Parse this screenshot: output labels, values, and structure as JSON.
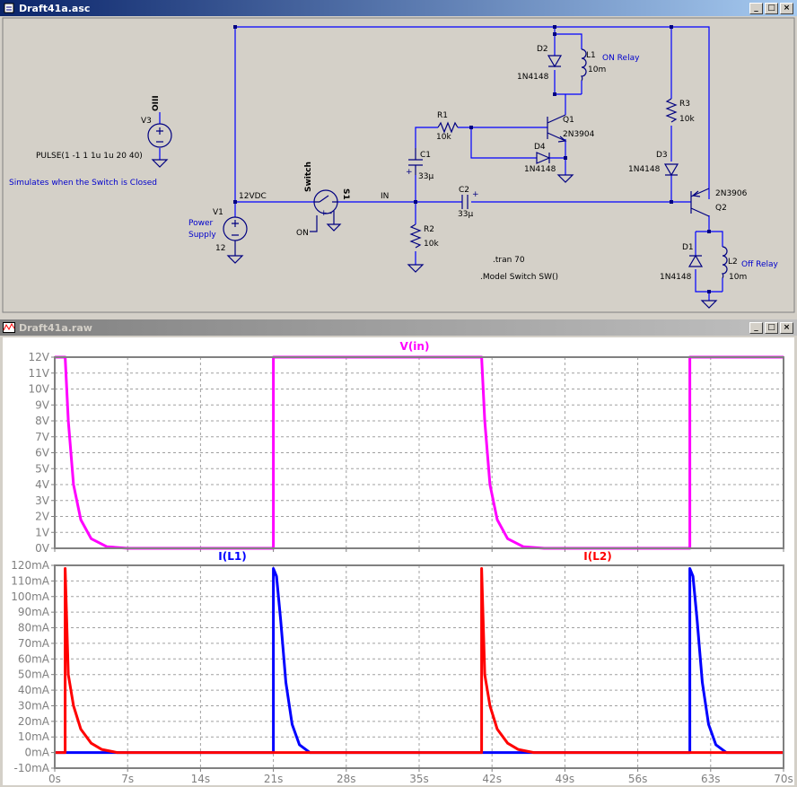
{
  "schematic_window": {
    "title": "Draft41a.asc",
    "buttons": {
      "minimize": "_",
      "maximize": "□",
      "close": "×"
    },
    "labels": {
      "v3": "V3",
      "v3_value": "OIII",
      "pulse": "PULSE(1 -1 1 1u 1u 20 40)",
      "simulates": "Simulates when the Switch is Closed",
      "net_12vdc": "12VDC",
      "v1": "V1",
      "power": "Power",
      "supply": "Supply",
      "v1_value": "12",
      "switch": "Switch",
      "s1": "S1",
      "on": "ON",
      "net_in": "IN",
      "r1": "R1",
      "r1_value": "10k",
      "c1": "C1",
      "c1_value": "33µ",
      "r2": "R2",
      "r2_value": "10k",
      "c2": "C2",
      "c2_value": "33µ",
      "d2": "D2",
      "d2_model": "1N4148",
      "l1": "L1",
      "l1_value": "10m",
      "on_relay": "ON Relay",
      "q1": "Q1",
      "q1_model": "2N3904",
      "d4": "D4",
      "d4_model": "1N4148",
      "r3": "R3",
      "r3_value": "10k",
      "d3": "D3",
      "d3_model": "1N4148",
      "q2_model": "2N3906",
      "q2": "Q2",
      "d1": "D1",
      "d1_model": "1N4148",
      "l2": "L2",
      "l2_value": "10m",
      "off_relay": "Off Relay",
      "tran": ".tran 70",
      "model": ".Model Switch SW()"
    },
    "colors": {
      "wire": "#0000ff",
      "component": "#000080",
      "label_blue": "#0000cc",
      "background": "#d4d0c8"
    }
  },
  "waveform_window": {
    "title": "Draft41a.raw",
    "buttons": {
      "minimize": "_",
      "maximize": "□",
      "close": "×"
    },
    "x_tick_labels": [
      "0s",
      "7s",
      "14s",
      "21s",
      "28s",
      "35s",
      "42s",
      "49s",
      "56s",
      "63s",
      "70s"
    ],
    "plot1": {
      "trace_label": "V(in)",
      "y_tick_labels": [
        "12V",
        "11V",
        "10V",
        "9V",
        "8V",
        "7V",
        "6V",
        "5V",
        "4V",
        "3V",
        "2V",
        "1V",
        "0V"
      ]
    },
    "plot2": {
      "trace_label_1": "I(L1)",
      "trace_label_2": "I(L2)",
      "y_tick_labels": [
        "120mA",
        "110mA",
        "100mA",
        "90mA",
        "80mA",
        "70mA",
        "60mA",
        "50mA",
        "40mA",
        "30mA",
        "20mA",
        "10mA",
        "0mA",
        "-10mA"
      ]
    }
  },
  "chart_data": [
    {
      "type": "line",
      "title": "V(in)",
      "x_unit": "s",
      "xlim": [
        0,
        70
      ],
      "ylim": [
        0,
        12
      ],
      "y_unit": "V",
      "grid": true,
      "series": [
        {
          "name": "V(in)",
          "color": "#ff00ff",
          "points": [
            [
              0,
              12
            ],
            [
              1,
              12
            ],
            [
              1.3,
              8
            ],
            [
              1.8,
              4
            ],
            [
              2.5,
              1.8
            ],
            [
              3.5,
              0.6
            ],
            [
              5,
              0.1
            ],
            [
              7,
              0
            ],
            [
              21,
              0
            ],
            [
              21,
              12
            ],
            [
              41,
              12
            ],
            [
              41.3,
              8
            ],
            [
              41.8,
              4
            ],
            [
              42.5,
              1.8
            ],
            [
              43.5,
              0.6
            ],
            [
              45,
              0.1
            ],
            [
              47,
              0
            ],
            [
              61,
              0
            ],
            [
              61,
              12
            ],
            [
              70,
              12
            ]
          ]
        }
      ]
    },
    {
      "type": "line",
      "x_unit": "s",
      "xlim": [
        0,
        70
      ],
      "ylim": [
        -10,
        120
      ],
      "y_unit": "mA",
      "grid": true,
      "series": [
        {
          "name": "I(L1)",
          "color": "#0000ff",
          "points": [
            [
              0,
              0
            ],
            [
              21,
              0
            ],
            [
              21,
              118
            ],
            [
              21.3,
              113
            ],
            [
              21.7,
              85
            ],
            [
              22.2,
              45
            ],
            [
              22.8,
              18
            ],
            [
              23.5,
              5
            ],
            [
              24.5,
              0
            ],
            [
              61,
              0
            ],
            [
              61,
              118
            ],
            [
              61.3,
              113
            ],
            [
              61.7,
              85
            ],
            [
              62.2,
              45
            ],
            [
              62.8,
              18
            ],
            [
              63.5,
              5
            ],
            [
              64.5,
              0
            ],
            [
              70,
              0
            ]
          ]
        },
        {
          "name": "I(L2)",
          "color": "#ff0000",
          "points": [
            [
              0,
              0
            ],
            [
              1,
              0
            ],
            [
              1,
              118
            ],
            [
              1.3,
              50
            ],
            [
              1.8,
              30
            ],
            [
              2.5,
              15
            ],
            [
              3.5,
              6
            ],
            [
              4.5,
              2
            ],
            [
              6,
              0
            ],
            [
              41,
              0
            ],
            [
              41,
              118
            ],
            [
              41.3,
              50
            ],
            [
              41.8,
              30
            ],
            [
              42.5,
              15
            ],
            [
              43.5,
              6
            ],
            [
              44.5,
              2
            ],
            [
              46,
              0
            ],
            [
              70,
              0
            ]
          ]
        }
      ]
    }
  ]
}
